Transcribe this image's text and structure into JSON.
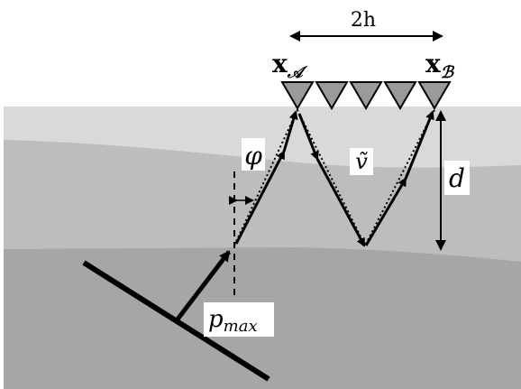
{
  "labels": {
    "spacing": "2h",
    "receiver_a": "x",
    "receiver_a_sub": "𝒜",
    "receiver_b": "x",
    "receiver_b_sub": "ℬ",
    "angle": "φ",
    "velocity": "ṽ",
    "depth": "d",
    "slowness_prefix": "p",
    "slowness_sub": "max"
  },
  "colors": {
    "layer_top": "#d9d9d9",
    "layer_mid": "#bdbdbd",
    "layer_bottom": "#a6a6a6",
    "receivers": "#9a9a9a",
    "ink": "#000000"
  },
  "receiver_count": 5
}
